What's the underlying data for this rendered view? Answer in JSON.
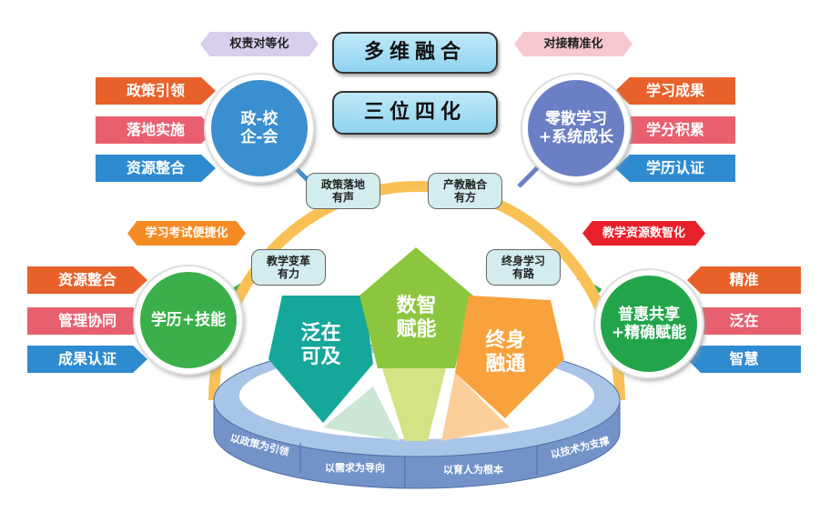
{
  "title_top": "多维融合",
  "title_bottom": "三位四化",
  "hex": {
    "top_left": "权责对等化",
    "top_right": "对接精准化",
    "mid_left": "学习考试便捷化",
    "mid_right": "教学资源数智化"
  },
  "circles": {
    "top_left": "政-校\n企-会",
    "top_right": "零散学习\n+系统成长",
    "mid_left": "学历+技能",
    "mid_right": "普惠共享\n+精确赋能"
  },
  "arrows": {
    "top_left": [
      "政策引领",
      "落地实施",
      "资源整合"
    ],
    "top_right": [
      "学习成果",
      "学分积累",
      "学历认证"
    ],
    "mid_left": [
      "资源整合",
      "管理协同",
      "成果认证"
    ],
    "mid_right": [
      "精准",
      "泛在",
      "智慧"
    ]
  },
  "tags": [
    "政策落地\n有声",
    "产教融合\n有方",
    "教学变革\n有力",
    "终身学习\n有路"
  ],
  "pentagons": [
    "泛在\n可及",
    "数智\n赋能",
    "终身\n融通"
  ],
  "ring_labels": [
    "以政策为引领",
    "以需求为导向",
    "以育人为根本",
    "以技术为支撑"
  ],
  "colors": {
    "orange": "#e8612a",
    "pink": "#e8606f",
    "blue": "#2f8bd0",
    "arc": "#f9c155",
    "teal": "#14a79a",
    "green": "#8cc63f",
    "amber": "#f7a23c",
    "ring": "#7f9fcf"
  }
}
